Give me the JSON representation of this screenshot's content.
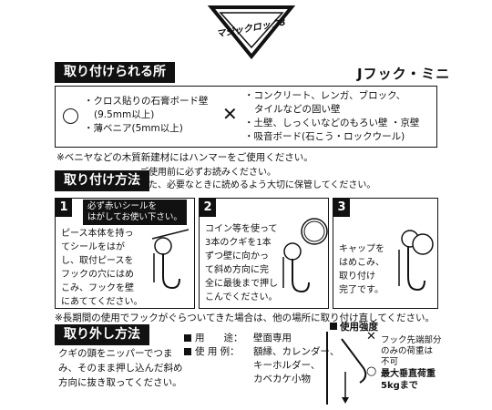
{
  "brand": {
    "logo_text": "マジックロック8"
  },
  "product_name": "Jフック・ミニ",
  "sec_mountable": {
    "title": "取り付けられる所",
    "ok_items": [
      "・クロス貼りの石膏ボード壁",
      "(9.5mm以上)",
      "・薄ベニア(5mm以上)"
    ],
    "ng_mark": "✕",
    "ng_items": [
      "・コンクリート、レンガ、ブロック、",
      "タイルなどの固い壁",
      "・土壁、しっくいなどのもろい壁 ・京壁",
      "・吸音ボード(石こう・ロックウール)"
    ],
    "note": "※ベニヤなどの木質新建材にはハンマーをご使用ください。"
  },
  "sec_install": {
    "title": "取り付け方法",
    "intro": [
      "ご使用前に必ずお読みください。",
      "また、必要なときに読めるよう大切に保管してください。"
    ],
    "steps": [
      {
        "num": "1",
        "callout": [
          "必ず赤いシールを",
          "はがしてお使い下さい。"
        ],
        "text": [
          "ピース本体を持っ",
          "てシールをはが",
          "し、取付ピースを",
          "フックの穴にはめ",
          "こみ、フックを壁",
          "にあててください。"
        ]
      },
      {
        "num": "2",
        "text": [
          "コイン等を使って",
          "3本のクギを1本",
          "ずつ壁に向かっ",
          "て斜め方向に完",
          "全に最後まで押し",
          "こんでください。"
        ]
      },
      {
        "num": "3",
        "text": [
          "キャップを",
          "はめこみ、",
          "取り付け",
          "完了です。"
        ]
      }
    ],
    "note": "※長期間の使用でフックがぐらついてきた場合は、他の場所に取り付け直してください。"
  },
  "sec_removal": {
    "title": "取り外し方法",
    "text": [
      "クギの頭をニッパーでつま",
      "み、そのまま押し込んだ斜め",
      "方向に抜き取ってください。"
    ]
  },
  "uses": {
    "purpose_label": "用　　途：",
    "purpose_value": "壁面専用",
    "example_label": "使 用 例：",
    "example_values": [
      "額縁、カレンダー、",
      "キーホルダー、",
      "カベカケ小物"
    ]
  },
  "strength": {
    "title": "使用強度",
    "ng_mark": "✕",
    "note_tip": [
      "フック先端部分",
      "のみの荷重は",
      "不可"
    ],
    "ok_mark": "○",
    "max_load": [
      "最大垂直荷重",
      "5kgまで"
    ]
  },
  "colors": {
    "ink": "#111111",
    "background": "#ffffff"
  }
}
